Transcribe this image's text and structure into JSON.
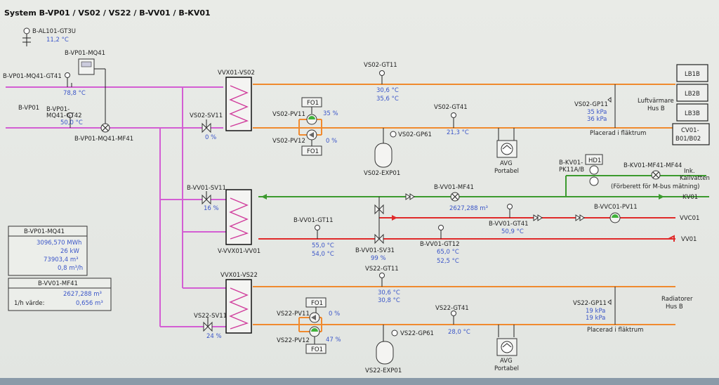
{
  "title": "System B-VP01 / VS02 / VS22 / B-VV01 / B-KV01",
  "outdoor": {
    "tag": "B-AL101-GT3U",
    "value": "11,2 °C"
  },
  "vp01": {
    "mq41": "B-VP01-MQ41",
    "gt41_tag": "B-VP01-MQ41-GT41",
    "gt41_val": "78,8 °C",
    "vp01_tag": "B-VP01",
    "gt42_tag1": "B-VP01-",
    "gt42_tag2": "MQ41-GT42",
    "gt42_val": "50,0 °C",
    "mf41": "B-VP01-MQ41-MF41"
  },
  "vs02": {
    "hx": "VVX01-VS02",
    "sv11": "VS02-SV11",
    "sv11_val": "0 %",
    "gt11": "VS02-GT11",
    "gt11_val1": "30,6 °C",
    "gt11_val2": "35,6 °C",
    "fo1": "FO1",
    "fo2": "FO1",
    "pv11": "VS02-PV11",
    "pv11_val": "35 %",
    "pv12": "VS02-PV12",
    "pv12_val": "0 %",
    "gt41": "VS02-GT41",
    "gt41_val": "21,3 °C",
    "gp61": "VS02-GP61",
    "exp01": "VS02-EXP01",
    "avg1": "AVG",
    "avg2": "Portabel",
    "gp11": "VS02-GP11",
    "gp11_val1": "35 kPa",
    "gp11_val2": "36 kPa",
    "luft1": "Luftvärmare",
    "luft2": "Hus B",
    "placed": "Placerad i fläktrum"
  },
  "right_boxes": [
    "LB1B",
    "LB2B",
    "LB3B",
    "CV01-\nB01/B02"
  ],
  "kv01": {
    "pk11a": "B-KV01-",
    "pk11b": "PK11A/B",
    "hd1": "HD1",
    "mf44": "B-KV01-MF41-MF44",
    "ink1": "Ink.",
    "ink2": "Kallvatten",
    "mbus": "(Förberett för M-bus mätning)",
    "kv01": "KV01"
  },
  "vv01": {
    "sv11": "B-VV01-SV11",
    "sv11_val": "16 %",
    "mf41": "B-VV01-MF41",
    "mf41_val": "2627,288 m³",
    "gt11": "B-VV01-GT11",
    "gt11_val1": "55,0 °C",
    "gt11_val2": "54,0 °C",
    "hx": "V-VVX01-VV01",
    "sv31": "B-VV01-SV31",
    "sv31_val": "99 %",
    "gt12": "B-VV01-GT12",
    "gt12_val1": "65,0 °C",
    "gt12_val2": "52,5 °C",
    "gt41": "B-VV01-GT41",
    "gt41_val": "50,9 °C",
    "vvc_pv": "B-VVC01-PV11",
    "vvc01": "VVC01",
    "vv01": "VV01"
  },
  "vs22": {
    "hx": "VVX01-VS22",
    "gt11": "VS22-GT11",
    "gt11_val1": "30,6 °C",
    "gt11_val2": "30,8 °C",
    "sv11": "VS22-SV11",
    "sv11_val": "24 %",
    "fo1": "FO1",
    "fo2": "FO1",
    "pv11": "VS22-PV11",
    "pv11_val": "0 %",
    "pv12": "VS22-PV12",
    "pv12_val": "47 %",
    "gt41": "VS22-GT41",
    "gt41_val": "28,0 °C",
    "gp61": "VS22-GP61",
    "exp01": "VS22-EXP01",
    "avg1": "AVG",
    "avg2": "Portabel",
    "gp11": "VS22-GP11",
    "gp11_val1": "19 kPa",
    "gp11_val2": "19 kPa",
    "rad1": "Radiatorer",
    "rad2": "Hus B",
    "placed": "Placerad i fläktrum"
  },
  "panel1": {
    "title": "B-VP01-MQ41",
    "r1": "3096,570 MWh",
    "r2": "26 kW",
    "r3": "73903,4 m³",
    "r4": "0,8 m³/h"
  },
  "panel2": {
    "title": "B-VV01-MF41",
    "r1": "2627,288 m³",
    "r2_lbl": "1/h värde:",
    "r2": "0,656 m³"
  },
  "colors": {
    "supply": "#f08a2e",
    "primary": "#d35ed3",
    "cold": "#3c9a2e",
    "hot_water": "#e02a2a",
    "value": "#3a55c8"
  }
}
